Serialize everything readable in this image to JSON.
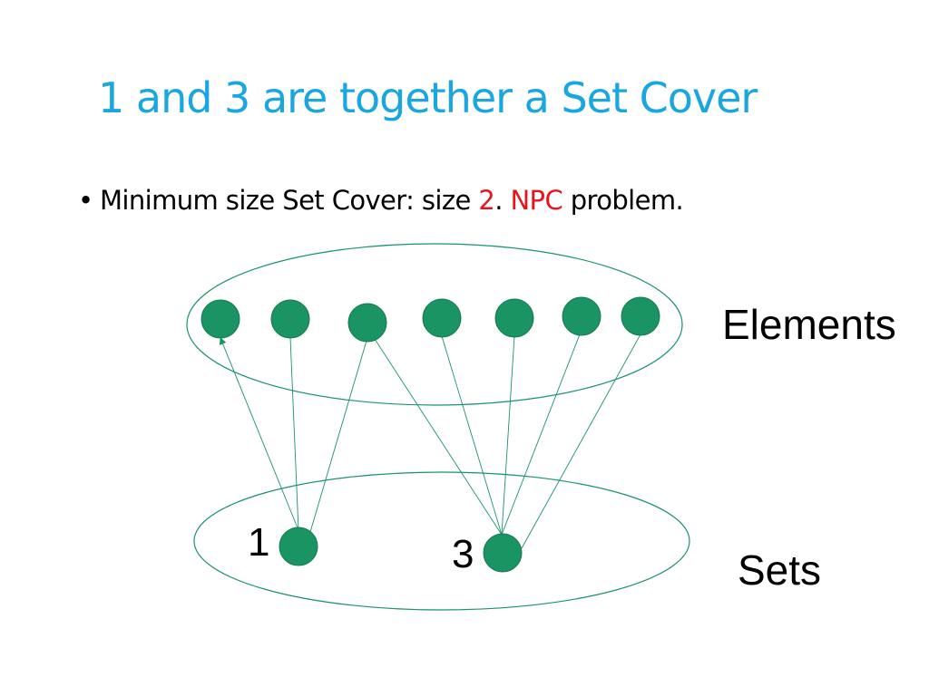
{
  "slide": {
    "title": "1 and 3 are together a Set Cover",
    "bullet": {
      "marker": "•",
      "text_before": "Minimum size Set Cover: size ",
      "size_value": "2",
      "separator": ". ",
      "npc": "NPC",
      "text_after": " problem."
    }
  },
  "diagram": {
    "elements_label": "Elements",
    "sets_label": "Sets",
    "set_labels": [
      "1",
      "3"
    ],
    "node_color": "#1a9463",
    "line_color": "#1a9463"
  }
}
